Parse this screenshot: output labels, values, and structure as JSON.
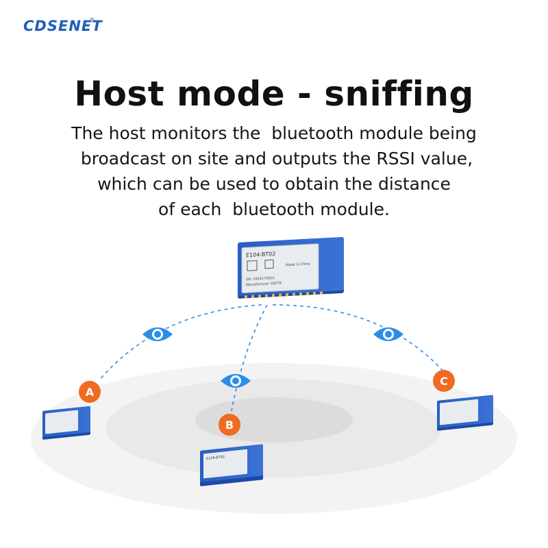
{
  "brand": {
    "logo_text": "CDSENET",
    "registered_mark": "®",
    "color": "#1f5fb8"
  },
  "headline": "Host mode - sniffing",
  "description_lines": [
    "The host monitors the  bluetooth module being",
    " broadcast on site and outputs the RSSI value,",
    "which can be used to obtain the distance",
    "of each  bluetooth module."
  ],
  "host_module": {
    "label": "E104-BT02",
    "line2": "SN: 1604170001",
    "line3": "Manufacturer: EBYTE",
    "made_in": "Made in China"
  },
  "nodes": [
    {
      "id": "A",
      "label": "A"
    },
    {
      "id": "B",
      "label": "B"
    },
    {
      "id": "C",
      "label": "C"
    }
  ],
  "node_module_label": "E104-BT02",
  "colors": {
    "accent_blue": "#2a8ee8",
    "badge_orange": "#f06a22",
    "module_blue": "#2f62c8",
    "eye_blue": "#2a8ee8"
  },
  "icons": [
    "eye-icon",
    "eye-icon",
    "eye-icon"
  ]
}
